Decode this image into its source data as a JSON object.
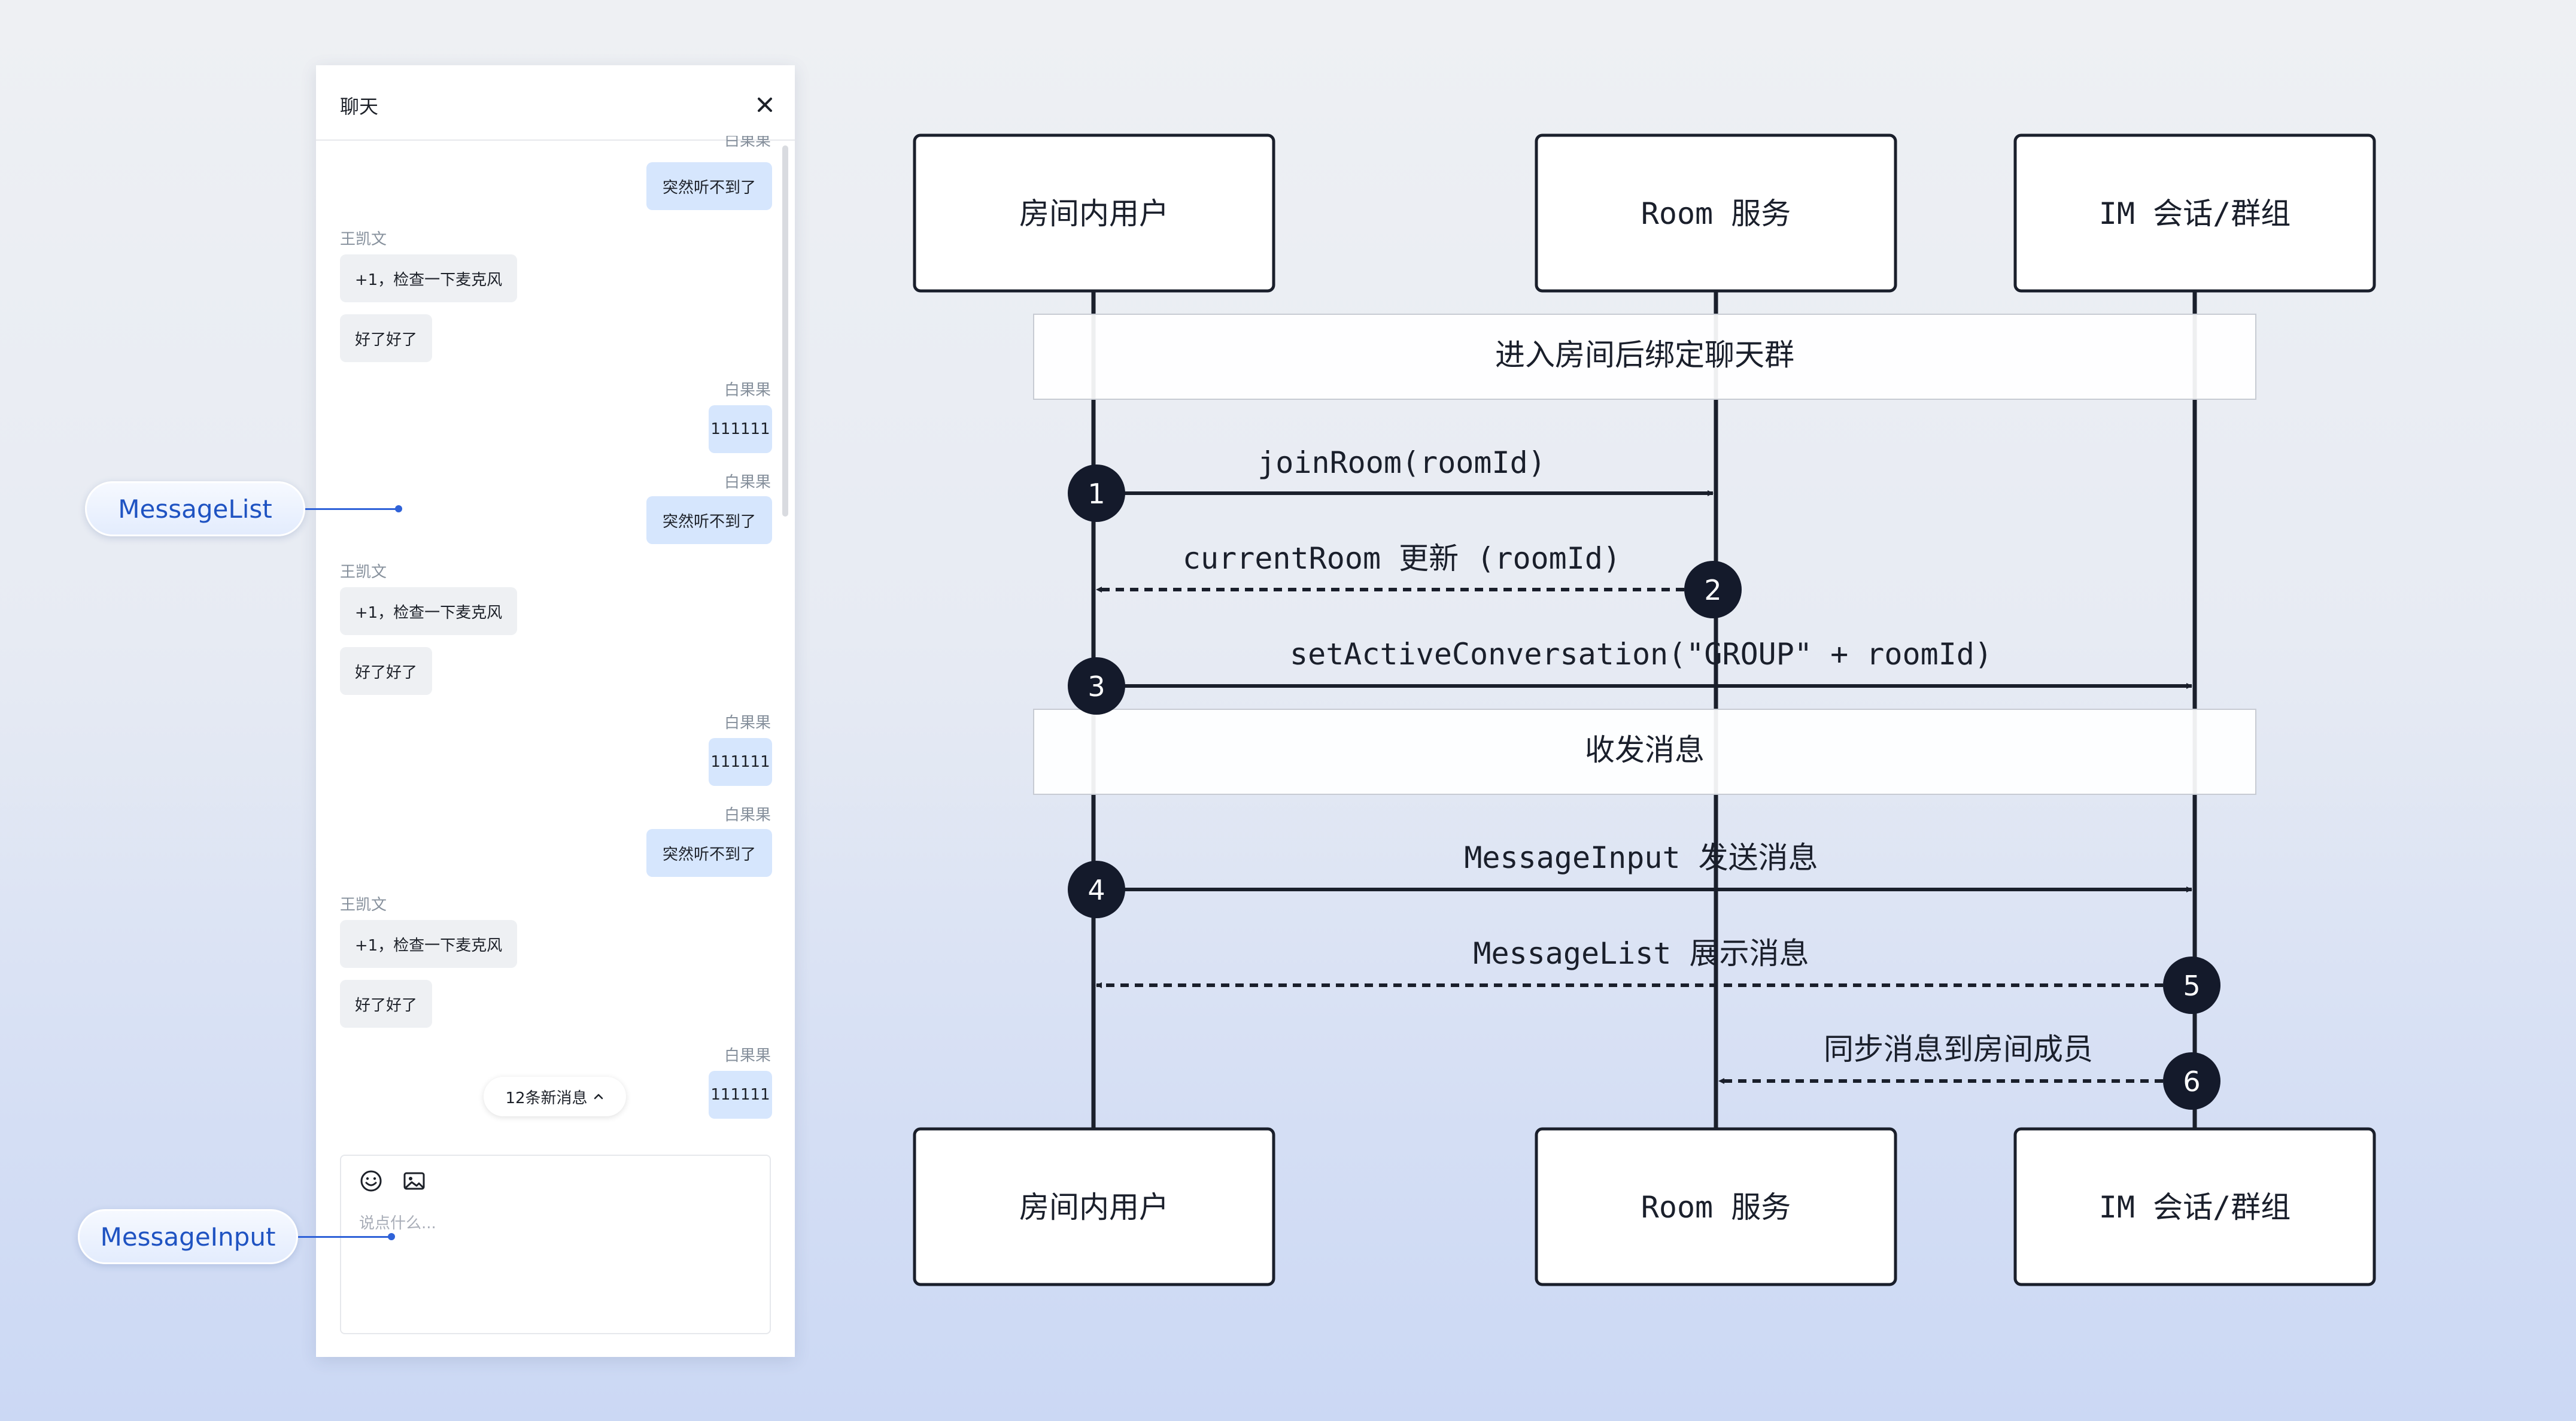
{
  "chat": {
    "title": "聊天",
    "top_partial_sender": "白果果",
    "messages": [
      {
        "side": "right",
        "sender": "",
        "text": "突然听不到了"
      },
      {
        "side": "left",
        "sender": "王凯文",
        "text": "+1，检查一下麦克风"
      },
      {
        "side": "left",
        "sender": "",
        "text": "好了好了"
      },
      {
        "side": "right",
        "sender": "白果果",
        "text": "111111"
      },
      {
        "side": "right",
        "sender": "白果果",
        "text": "突然听不到了"
      },
      {
        "side": "left",
        "sender": "王凯文",
        "text": "+1，检查一下麦克风"
      },
      {
        "side": "left",
        "sender": "",
        "text": "好了好了"
      },
      {
        "side": "right",
        "sender": "白果果",
        "text": "111111"
      },
      {
        "side": "right",
        "sender": "白果果",
        "text": "突然听不到了"
      },
      {
        "side": "left",
        "sender": "王凯文",
        "text": "+1，检查一下麦克风"
      },
      {
        "side": "left",
        "sender": "",
        "text": "好了好了"
      },
      {
        "side": "right",
        "sender": "白果果",
        "text": "111111"
      }
    ],
    "new_messages_label": "12条新消息",
    "input_placeholder": "说点什么..."
  },
  "callouts": {
    "message_list": "MessageList",
    "message_input": "MessageInput"
  },
  "diagram": {
    "actors": [
      "房间内用户",
      "Room 服务",
      "IM 会话/群组"
    ],
    "sections": [
      "进入房间后绑定聊天群",
      "收发消息"
    ],
    "messages": [
      {
        "num": "1",
        "label": "joinRoom(roomId)"
      },
      {
        "num": "2",
        "label": "currentRoom 更新 (roomId)"
      },
      {
        "num": "3",
        "label": "setActiveConversation(\"GROUP\" + roomId)"
      },
      {
        "num": "4",
        "label": "MessageInput 发送消息"
      },
      {
        "num": "5",
        "label": "MessageList 展示消息"
      },
      {
        "num": "6",
        "label": "同步消息到房间成员"
      }
    ]
  },
  "colors": {
    "accent": "#2f62d8",
    "ink": "#1a1f2b",
    "bubble_out": "#d6e6fd",
    "bubble_in": "#eef0f3"
  }
}
